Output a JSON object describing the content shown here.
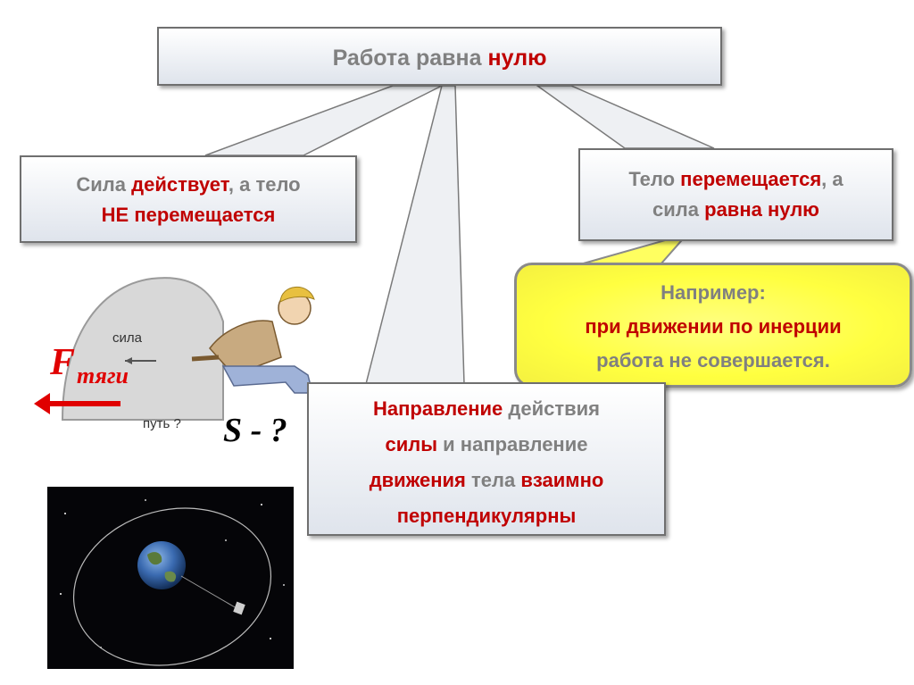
{
  "title_box": {
    "part1": "Работа равна ",
    "part2": "нулю"
  },
  "left_box": {
    "line1_a": "Сила ",
    "line1_b": "действует",
    "line1_c": ", а тело",
    "line2": "НЕ перемещается"
  },
  "right_box": {
    "line1_a": "Тело ",
    "line1_b": "перемещается",
    "line1_c": ", а",
    "line2_a": "сила ",
    "line2_b": "равна нулю"
  },
  "example_box": {
    "line1": "Например:",
    "line2": "при движении по инерции",
    "line3": "работа не совершается."
  },
  "center_box": {
    "line1_a": "Направление",
    "line1_b": " действия",
    "line2_a": "силы",
    "line2_b": " и направление",
    "line3_a": "движения",
    "line3_b": " тела ",
    "line3_c": "взаимно",
    "line4": "перпендикулярны"
  },
  "illustration": {
    "force_symbol": "F",
    "force_subscript": "тяги",
    "displacement_label": "S - ?",
    "rock_force_label": "сила",
    "rock_path_label": "путь ?"
  },
  "colors": {
    "red": "#c00000",
    "gray_text": "#808080",
    "box_border": "#6f6f6f",
    "callout_yellow": "#ffff40"
  }
}
